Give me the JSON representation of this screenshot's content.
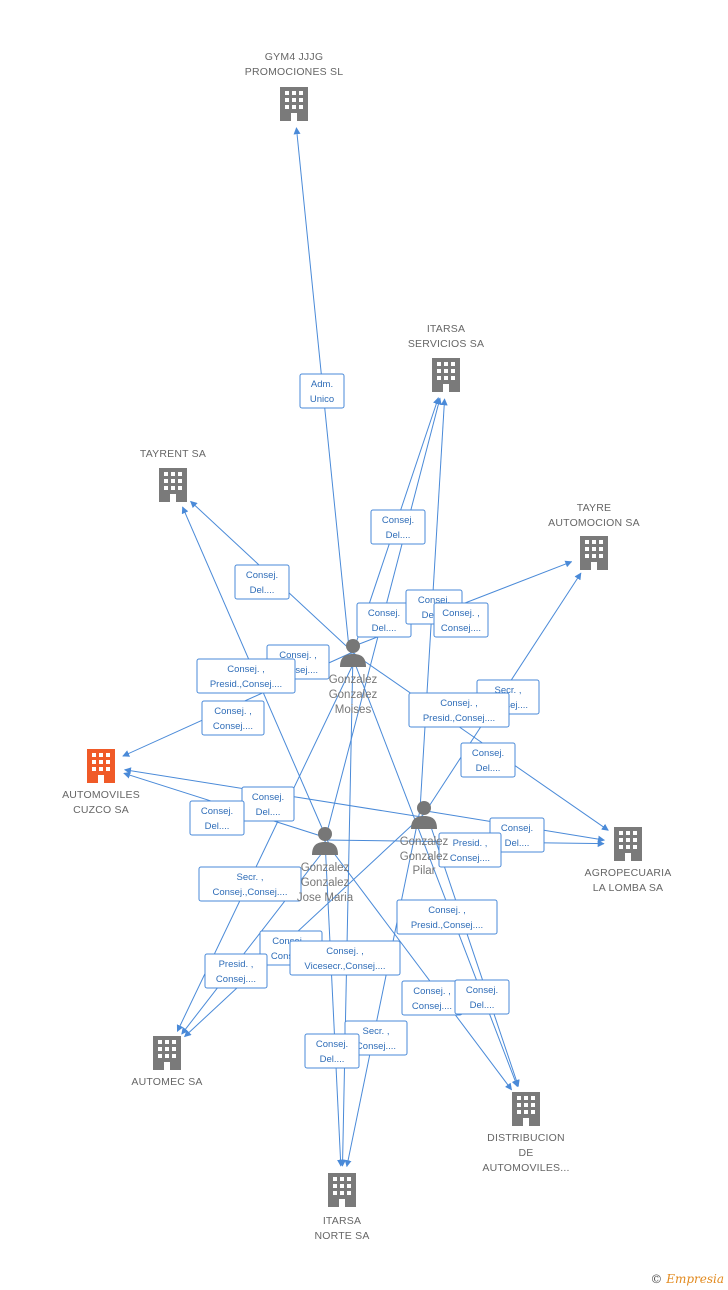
{
  "colors": {
    "edge": "#4a8ad8",
    "building": "#7a7a7a",
    "highlight": "#f05a28",
    "person": "#777777"
  },
  "companies": [
    {
      "id": "gym4",
      "name_lines": [
        "GYM4 JJJG",
        "PROMOCIONES SL"
      ],
      "icon": "building-icon",
      "highlight": false
    },
    {
      "id": "itarsa_serv",
      "name_lines": [
        "ITARSA",
        "SERVICIOS SA"
      ],
      "icon": "building-icon",
      "highlight": false
    },
    {
      "id": "tayrent",
      "name_lines": [
        "TAYRENT SA"
      ],
      "icon": "building-icon",
      "highlight": false
    },
    {
      "id": "tayre_auto",
      "name_lines": [
        "TAYRE",
        "AUTOMOCION SA"
      ],
      "icon": "building-icon",
      "highlight": false
    },
    {
      "id": "cuzco",
      "name_lines": [
        "AUTOMOVILES",
        "CUZCO SA"
      ],
      "icon": "building-icon",
      "highlight": true
    },
    {
      "id": "agro",
      "name_lines": [
        "AGROPECUARIA",
        "LA LOMBA SA"
      ],
      "icon": "building-icon",
      "highlight": false
    },
    {
      "id": "automec",
      "name_lines": [
        "AUTOMEC SA"
      ],
      "icon": "building-icon",
      "highlight": false
    },
    {
      "id": "distrib",
      "name_lines": [
        "DISTRIBUCION",
        "DE",
        "AUTOMOVILES..."
      ],
      "icon": "building-icon",
      "highlight": false
    },
    {
      "id": "itarsa_norte",
      "name_lines": [
        "ITARSA",
        "NORTE SA"
      ],
      "icon": "building-icon",
      "highlight": false
    }
  ],
  "persons": [
    {
      "id": "moises",
      "name_lines": [
        "Gonzalez",
        "Gonzalez",
        "Moises"
      ],
      "icon": "person-icon"
    },
    {
      "id": "pilar",
      "name_lines": [
        "Gonzalez",
        "Gonzalez",
        "Pilar"
      ],
      "icon": "person-icon"
    },
    {
      "id": "josemaria",
      "name_lines": [
        "Gonzalez",
        "Gonzalez",
        "Jose Maria"
      ],
      "icon": "person-icon"
    }
  ],
  "edges": [
    {
      "from": "moises",
      "to": "gym4"
    },
    {
      "from": "moises",
      "to": "itarsa_serv"
    },
    {
      "from": "moises",
      "to": "tayrent"
    },
    {
      "from": "moises",
      "to": "tayre_auto"
    },
    {
      "from": "moises",
      "to": "cuzco"
    },
    {
      "from": "moises",
      "to": "agro"
    },
    {
      "from": "moises",
      "to": "distrib"
    },
    {
      "from": "moises",
      "to": "itarsa_norte"
    },
    {
      "from": "moises",
      "to": "automec"
    },
    {
      "from": "pilar",
      "to": "itarsa_serv"
    },
    {
      "from": "pilar",
      "to": "tayre_auto"
    },
    {
      "from": "pilar",
      "to": "cuzco"
    },
    {
      "from": "pilar",
      "to": "agro"
    },
    {
      "from": "pilar",
      "to": "automec"
    },
    {
      "from": "pilar",
      "to": "distrib"
    },
    {
      "from": "pilar",
      "to": "itarsa_norte"
    },
    {
      "from": "josemaria",
      "to": "itarsa_serv"
    },
    {
      "from": "josemaria",
      "to": "tayrent"
    },
    {
      "from": "josemaria",
      "to": "cuzco"
    },
    {
      "from": "josemaria",
      "to": "agro"
    },
    {
      "from": "josemaria",
      "to": "automec"
    },
    {
      "from": "josemaria",
      "to": "distrib"
    },
    {
      "from": "josemaria",
      "to": "itarsa_norte"
    }
  ],
  "relations": [
    {
      "lines": [
        "Adm.",
        "Unico"
      ]
    },
    {
      "lines": [
        "Consej.",
        "Del...."
      ]
    },
    {
      "lines": [
        "Consej.",
        "Del...."
      ]
    },
    {
      "lines": [
        "Consej. ,",
        "Consej...."
      ]
    },
    {
      "lines": [
        "Consej.",
        "Del...."
      ]
    },
    {
      "lines": [
        "Consej.",
        "Del...."
      ]
    },
    {
      "lines": [
        "Consej. ,",
        "Consej...."
      ]
    },
    {
      "lines": [
        "Consej. ,",
        "Presid.,Consej...."
      ]
    },
    {
      "lines": [
        "Consej. ,",
        "Consej...."
      ]
    },
    {
      "lines": [
        "Secr. ,",
        "Consej...."
      ]
    },
    {
      "lines": [
        "Consej. ,",
        "Presid.,Consej...."
      ]
    },
    {
      "lines": [
        "Consej.",
        "Del...."
      ]
    },
    {
      "lines": [
        "Consej.",
        "Del...."
      ]
    },
    {
      "lines": [
        "Consej.",
        "Del...."
      ]
    },
    {
      "lines": [
        "Consej.",
        "Del...."
      ]
    },
    {
      "lines": [
        "Presid. ,",
        "Consej...."
      ]
    },
    {
      "lines": [
        "Secr. ,",
        "Consej.,Consej...."
      ]
    },
    {
      "lines": [
        "Consej. ,",
        "Presid.,Consej...."
      ]
    },
    {
      "lines": [
        "Consej. ,",
        "Consej...."
      ]
    },
    {
      "lines": [
        "Consej. ,",
        "Vicesecr.,Consej...."
      ]
    },
    {
      "lines": [
        "Presid. ,",
        "Consej...."
      ]
    },
    {
      "lines": [
        "Consej. ,",
        "Consej...."
      ]
    },
    {
      "lines": [
        "Consej.",
        "Del...."
      ]
    },
    {
      "lines": [
        "Secr. ,",
        "Consej...."
      ]
    },
    {
      "lines": [
        "Consej.",
        "Del...."
      ]
    }
  ],
  "footer": {
    "copyright": "©",
    "brand": "Empresia"
  }
}
